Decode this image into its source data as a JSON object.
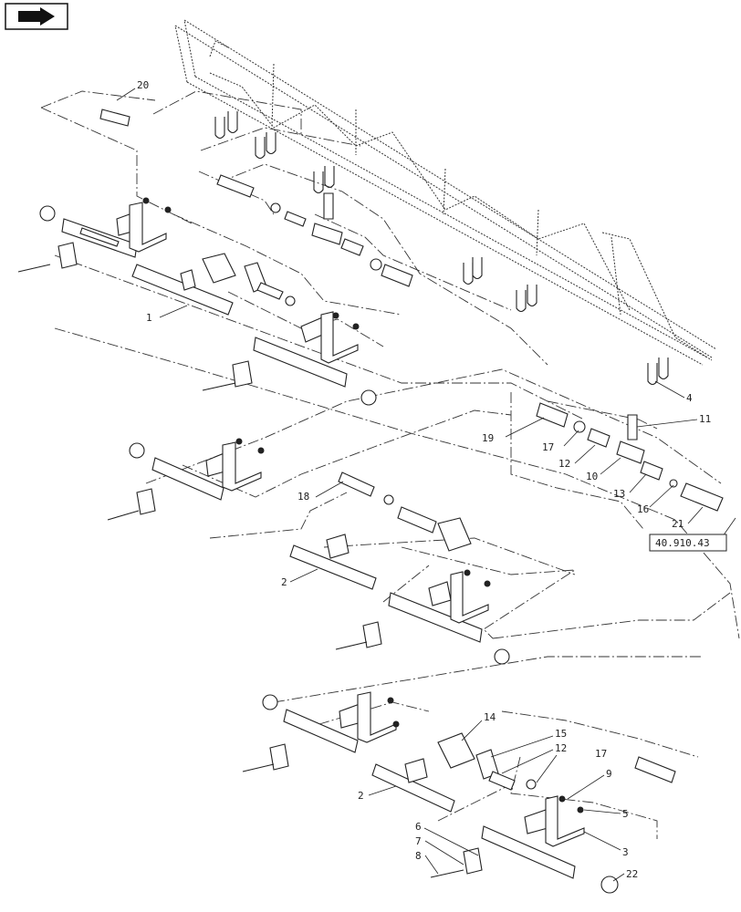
{
  "nav": {
    "icon": "next-page-arrow-icon"
  },
  "labels": {
    "l1": "1",
    "l2a": "2",
    "l2b": "2",
    "l3": "3",
    "l4": "4",
    "l5": "5",
    "l6": "6",
    "l7": "7",
    "l8": "8",
    "l9": "9",
    "l10": "10",
    "l11": "11",
    "l12a": "12",
    "l12b": "12",
    "l13": "13",
    "l14": "14",
    "l15": "15",
    "l16": "16",
    "l17a": "17",
    "l17b": "17",
    "l18": "18",
    "l19": "19",
    "l20": "20",
    "l21": "21",
    "l22": "22"
  },
  "reference": {
    "text": "40.910.43"
  }
}
